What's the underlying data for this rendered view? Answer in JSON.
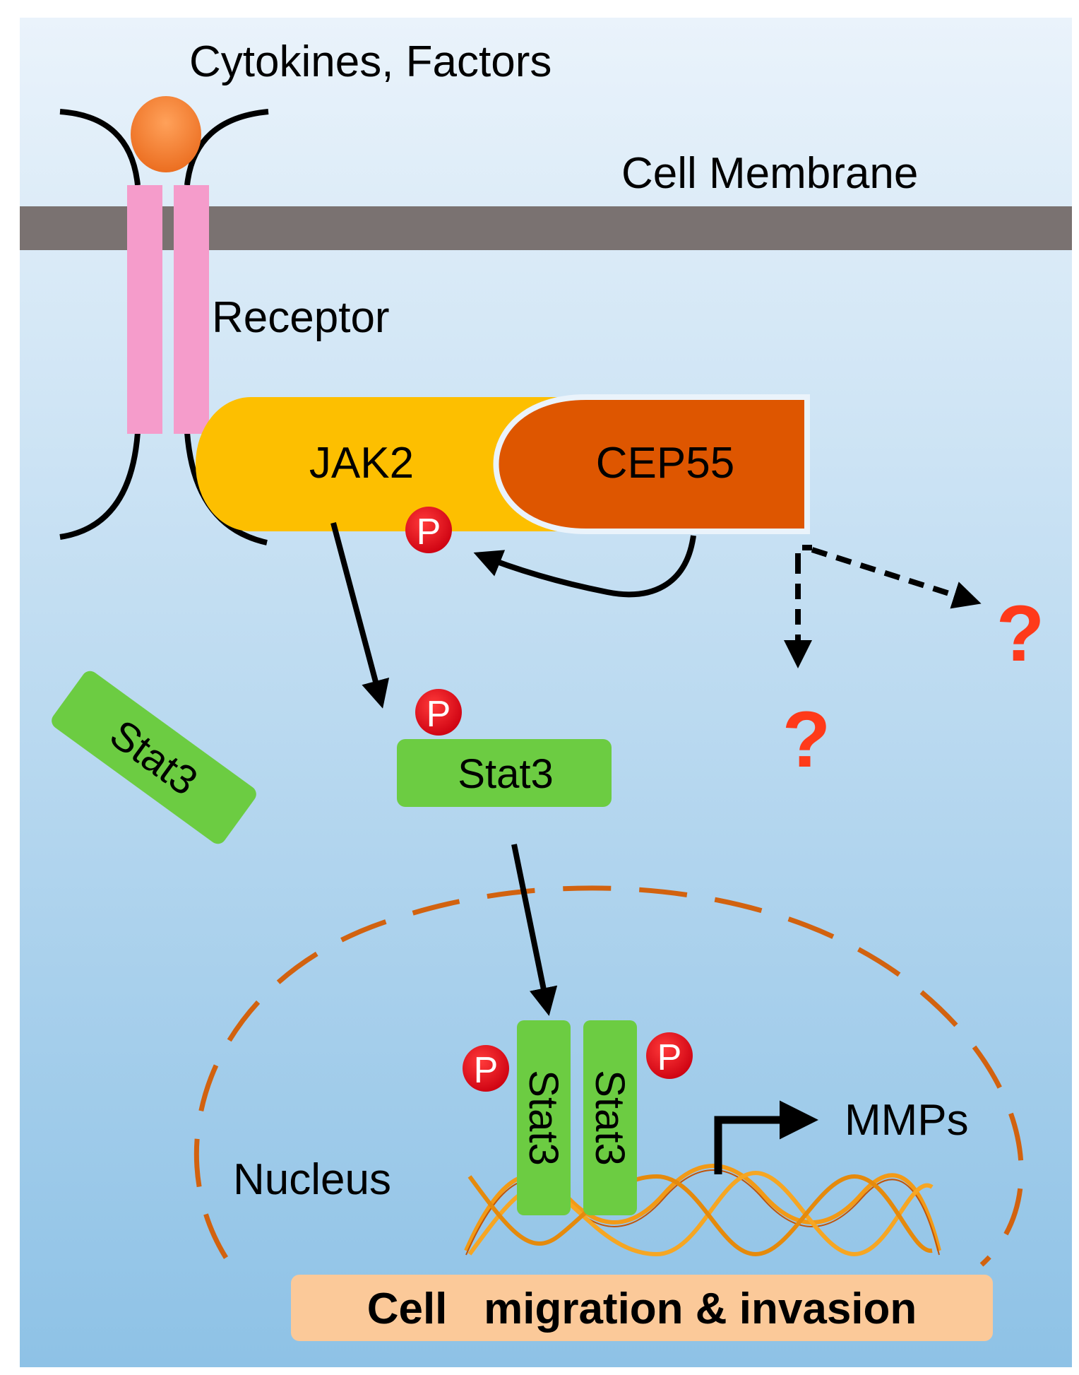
{
  "labels": {
    "ligand": "Cytokines, Factors",
    "membrane": "Cell Membrane",
    "receptor": "Receptor",
    "jak2": "JAK2",
    "cep55": "CEP55",
    "phospho": "P",
    "stat3": "Stat3",
    "unknown": "?",
    "nucleus": "Nucleus",
    "mmps": "MMPs",
    "outcome": "Cell   migration & invasion"
  },
  "colors": {
    "bg_top": "#eaf3fb",
    "bg_bottom": "#8ec2e6",
    "membrane": "#7a7271",
    "receptor": "#f59ccb",
    "ligand": "#f07a2c",
    "jak2": "#fdbf00",
    "cep55": "#de5600",
    "stat3": "#6ccc42",
    "phospho": "#e0001a",
    "question": "#ff3a1a",
    "nucleus_dash": "#d2620f",
    "outcome_box": "#fbc999",
    "dna": "#f29a16"
  }
}
